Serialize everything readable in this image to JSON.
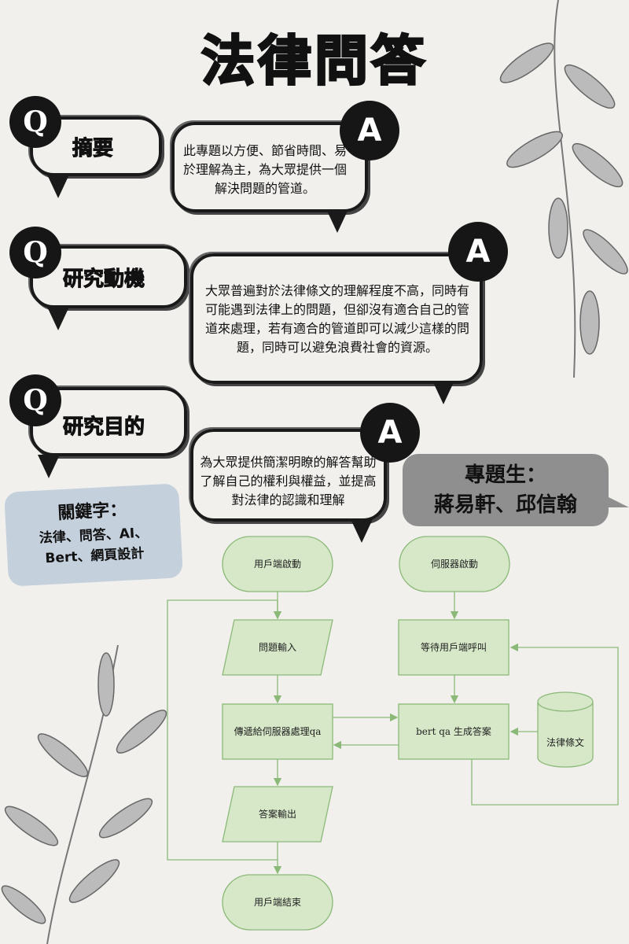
{
  "title": "法律問答",
  "q_mark": "Q",
  "a_mark": "A",
  "sections": [
    {
      "question": "摘要",
      "answer": "此專題以方便、節省時間、易於理解為主，為大眾提供一個解決問題的管道。"
    },
    {
      "question": "研究動機",
      "answer": "大眾普遍對於法律條文的理解程度不高，同時有可能遇到法律上的問題，但卻沒有適合自己的管道來處理，若有適合的管道即可以減少這樣的問題，同時可以避免浪費社會的資源。"
    },
    {
      "question": "研究目的",
      "answer": "為大眾提供簡潔明瞭的解答幫助了解自己的權利與權益，並提高對法律的認識和理解"
    }
  ],
  "keywords": {
    "heading": "關鍵字：",
    "line1": "法律、問答、AI、",
    "line2": "Bert、網頁設計"
  },
  "students": {
    "heading": "專題生：",
    "names": "蔣易軒、邱信翰"
  },
  "flowchart": {
    "client_start": "用戶端啟動",
    "server_start": "伺服器啟動",
    "question_input": "問題輸入",
    "wait_call": "等待用戶端呼叫",
    "send_to_server": "傳遞給伺服器處理qa",
    "bert_answer": "bert qa 生成答案",
    "law_db": "法律條文",
    "answer_output": "答案輸出",
    "client_end": "用戶端結束"
  },
  "colors": {
    "node_fill": "#d6e8c8",
    "node_stroke": "#8bb978",
    "keyword_bg": "#c5d0dd",
    "student_bg": "#8f8f8f"
  }
}
